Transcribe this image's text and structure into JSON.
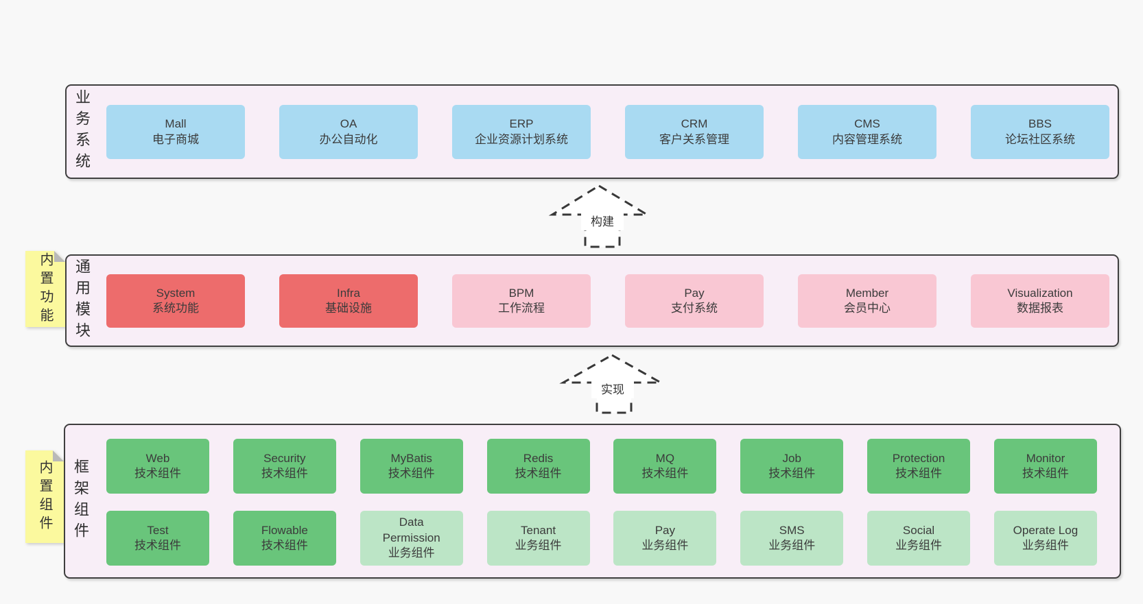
{
  "colors": {
    "page": "#f8f8f8",
    "panel": "#f8eef7",
    "border": "#3f3f3f",
    "blue": "#a9daf2",
    "red": "#ed6c6c",
    "pink": "#f9c7d3",
    "green": "#69c57b",
    "lightgreen": "#bce5c6",
    "tab": "#fbf99e",
    "fold": "#b9b9b9",
    "arrow": "#383838",
    "text": "#3a3a3a"
  },
  "arrows": [
    {
      "label": "构建"
    },
    {
      "label": "实现"
    }
  ],
  "sections": {
    "business": {
      "label": "业务系统",
      "boxes": [
        {
          "title": "Mall",
          "subtitle": "电子商城",
          "variant": "blue"
        },
        {
          "title": "OA",
          "subtitle": "办公自动化",
          "variant": "blue"
        },
        {
          "title": "ERP",
          "subtitle": "企业资源计划系统",
          "variant": "blue"
        },
        {
          "title": "CRM",
          "subtitle": "客户关系管理",
          "variant": "blue"
        },
        {
          "title": "CMS",
          "subtitle": "内容管理系统",
          "variant": "blue"
        },
        {
          "title": "BBS",
          "subtitle": "论坛社区系统",
          "variant": "blue"
        }
      ]
    },
    "modules": {
      "label": "通用模块",
      "tag": "内置功能",
      "boxes": [
        {
          "title": "System",
          "subtitle": "系统功能",
          "variant": "red"
        },
        {
          "title": "Infra",
          "subtitle": "基础设施",
          "variant": "red"
        },
        {
          "title": "BPM",
          "subtitle": "工作流程",
          "variant": "pink"
        },
        {
          "title": "Pay",
          "subtitle": "支付系统",
          "variant": "pink"
        },
        {
          "title": "Member",
          "subtitle": "会员中心",
          "variant": "pink"
        },
        {
          "title": "Visualization",
          "subtitle": "数据报表",
          "variant": "pink"
        }
      ]
    },
    "framework": {
      "label": "框架组件",
      "tag": "内置组件",
      "rows": [
        [
          {
            "title": "Web",
            "subtitle": "技术组件",
            "variant": "green"
          },
          {
            "title": "Security",
            "subtitle": "技术组件",
            "variant": "green"
          },
          {
            "title": "MyBatis",
            "subtitle": "技术组件",
            "variant": "green"
          },
          {
            "title": "Redis",
            "subtitle": "技术组件",
            "variant": "green"
          },
          {
            "title": "MQ",
            "subtitle": "技术组件",
            "variant": "green"
          },
          {
            "title": "Job",
            "subtitle": "技术组件",
            "variant": "green"
          },
          {
            "title": "Protection",
            "subtitle": "技术组件",
            "variant": "green"
          },
          {
            "title": "Monitor",
            "subtitle": "技术组件",
            "variant": "green"
          }
        ],
        [
          {
            "title": "Test",
            "subtitle": "技术组件",
            "variant": "green"
          },
          {
            "title": "Flowable",
            "subtitle": "技术组件",
            "variant": "green"
          },
          {
            "title": "Data Permission",
            "subtitle": "业务组件",
            "variant": "lightgreen"
          },
          {
            "title": "Tenant",
            "subtitle": "业务组件",
            "variant": "lightgreen"
          },
          {
            "title": "Pay",
            "subtitle": "业务组件",
            "variant": "lightgreen"
          },
          {
            "title": "SMS",
            "subtitle": "业务组件",
            "variant": "lightgreen"
          },
          {
            "title": "Social",
            "subtitle": "业务组件",
            "variant": "lightgreen"
          },
          {
            "title": "Operate Log",
            "subtitle": "业务组件",
            "variant": "lightgreen"
          }
        ]
      ]
    }
  }
}
